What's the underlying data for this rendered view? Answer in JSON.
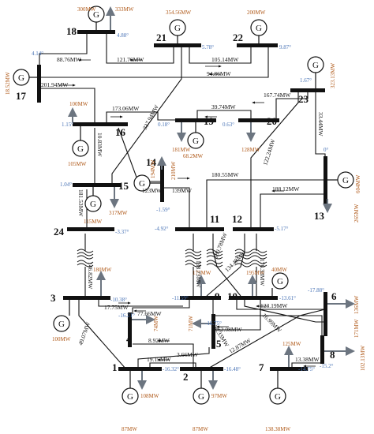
{
  "colors": {
    "line": "#111111",
    "angle": "#4a74b6",
    "power": "#b05a1a",
    "load_arrow": "#6c7580"
  },
  "buses": {
    "b1": "1",
    "b2": "2",
    "b3": "3",
    "b4": "4",
    "b5": "5",
    "b6": "6",
    "b7": "7",
    "b8": "8",
    "b9": "9",
    "b10": "10",
    "b11": "11",
    "b12": "12",
    "b13": "13",
    "b14": "14",
    "b15": "15",
    "b16": "16",
    "b17": "17",
    "b18": "18",
    "b19": "19",
    "b20": "20",
    "b21": "21",
    "b22": "22",
    "b23": "23",
    "b24": "24"
  },
  "angles": {
    "a1": "-16.32°",
    "a2": "-16.48°",
    "a3": "-10.38°",
    "a4": "-16.21°",
    "a5": "-16.75°",
    "a6": "-17.88°",
    "a7": "-14.75°",
    "a8": "-15.2°",
    "a9": "-11.59°",
    "a10": "-13.61°",
    "a11": "-4.92°",
    "a12": "-5.17°",
    "a13": "0°",
    "a14": "-1.59°",
    "a15": "1.04°",
    "a16": "1.15°",
    "a17": "4.14°",
    "a18": "4.88°",
    "a19": "0.18°",
    "a20": "0.63°",
    "a21": "5.78°",
    "a22": "9.87°",
    "a23": "1.67°",
    "a24": "-3.37°"
  },
  "generation": {
    "g1": "87MW",
    "g2": "87MW",
    "g3": "100MW",
    "g7": "138.38MW",
    "g13": "604MW",
    "g14": "210MW",
    "g15": "115MW",
    "g16": "105MW",
    "g18": "300MW",
    "g21": "354.56MW",
    "g22": "200MW",
    "g23": "323.13MW",
    "g17": "18.52MW",
    "g19": "68.2MW",
    "g10": "40MW",
    "g8": "102.13MW"
  },
  "loads": {
    "l1": "108MW",
    "l2": "97MW",
    "l3": "180MW",
    "l4": "74MW",
    "l5": "71MW",
    "l6": "136MW",
    "l7": "125MW",
    "l8": "171MW",
    "l9": "175MW",
    "l10": "195MW",
    "l13": "265MW",
    "l14": "194MW",
    "l15": "317MW",
    "l16": "100MW",
    "l18": "333MW",
    "l19": "181MW",
    "l20": "128MW"
  },
  "flows": {
    "f18_21": "121.76MW",
    "f17_18": "88.76MW",
    "f21_22": "105.14MW",
    "f17_22": "94.86MW",
    "f16_17": "201.94MW",
    "f15_21": "337.94MW",
    "f16_19": "173.06MW",
    "f19_20": "39.74MW",
    "f20_23": "167.74MW",
    "f13_23": "33.44MW",
    "f12_23": "122.24MW",
    "f15_16": "10.83MW",
    "f15_24": "181.53MW",
    "f14_16": "123MW",
    "f11_14": "139MW",
    "f11_13": "180.55MW",
    "f12_13": "188.12MW",
    "f3_24": "146.82MW",
    "f9_11": "138.73MW",
    "f10_11": "180.78MW",
    "f9_12": "134.48MW",
    "f10_12": "176.33MW",
    "f3_9": "17.75MW",
    "f4_9": "77.66MW",
    "f5_10": "62.08MW",
    "f6_10": "123.19MW",
    "f8_9": "38.33MW",
    "f8_10": "16.99MW",
    "f1_3": "49.07MW",
    "f1_5": "3.66MW",
    "f2_4": "8.92MW",
    "f2_6": "12.87MW",
    "f1_2": "19.15MW",
    "f7_8": "13.38MW"
  },
  "symbols": {
    "generator": "G"
  }
}
